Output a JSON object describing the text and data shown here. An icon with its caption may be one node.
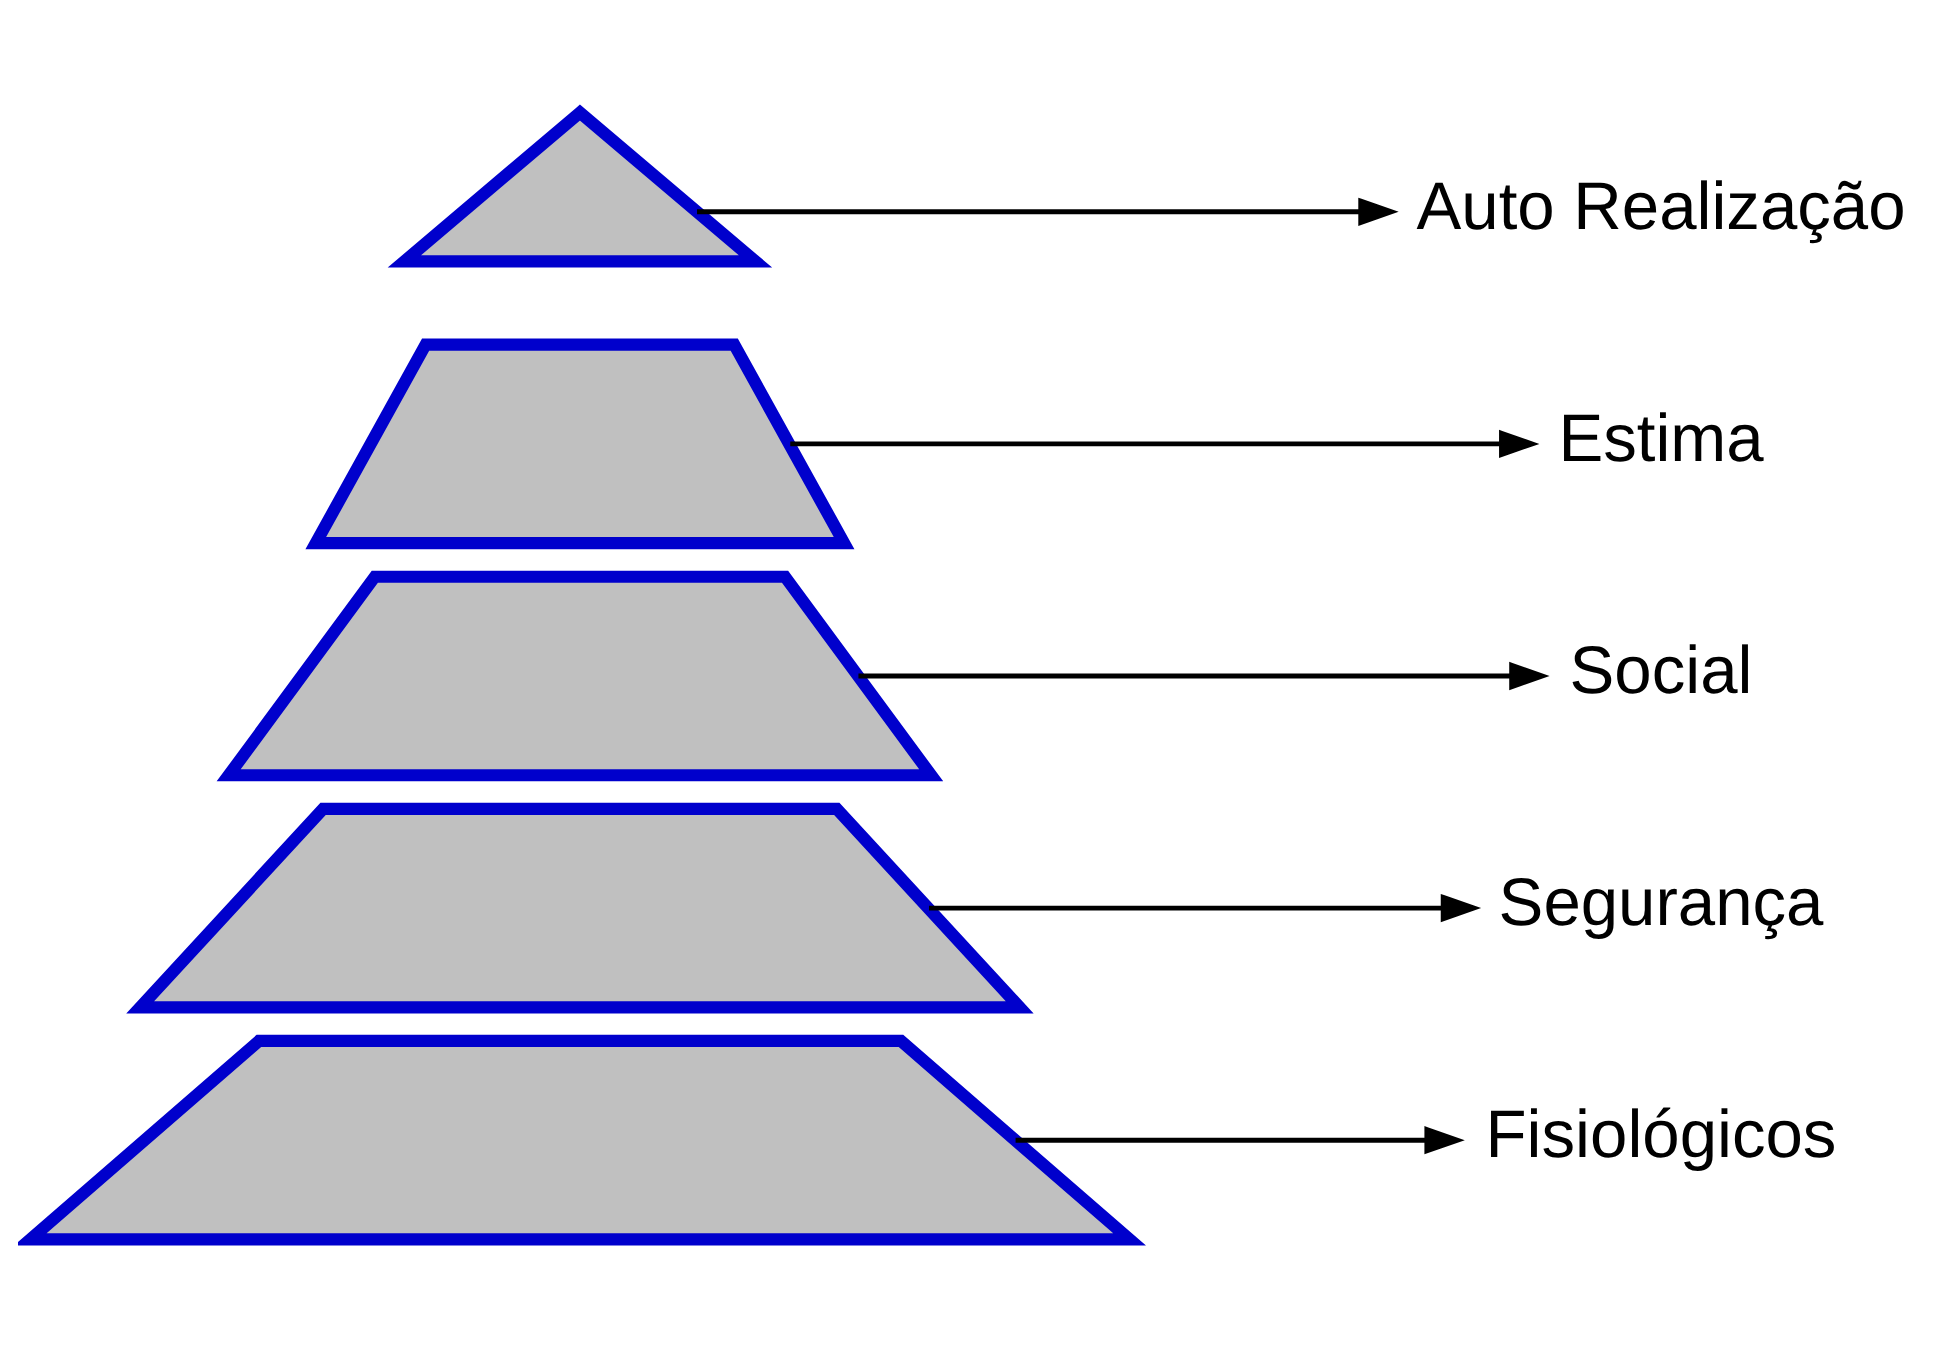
{
  "diagram": {
    "nodes": [
      {
        "text": [],
        "shape": "triangle"
      },
      {
        "text": [],
        "shape": "trapezoid"
      },
      {
        "text": [],
        "shape": "trapezoid"
      },
      {
        "text": [],
        "shape": "trapezoid"
      },
      {
        "text": [],
        "shape": "trapezoid"
      },
      {
        "text": [
          "Auto Realização"
        ]
      },
      {
        "text": [
          "Estima"
        ]
      },
      {
        "text": [
          "Social"
        ]
      },
      {
        "text": [
          "Segurança"
        ]
      },
      {
        "text": [
          "Fisiológicos"
        ]
      }
    ],
    "edges": [
      {
        "from": 0,
        "to": 5,
        "arrow": "to"
      },
      {
        "from": 1,
        "to": 6,
        "arrow": "to"
      },
      {
        "from": 2,
        "to": 7,
        "arrow": "to"
      },
      {
        "from": 3,
        "to": 8,
        "arrow": "to"
      },
      {
        "from": 4,
        "to": 9,
        "arrow": "to"
      }
    ]
  }
}
